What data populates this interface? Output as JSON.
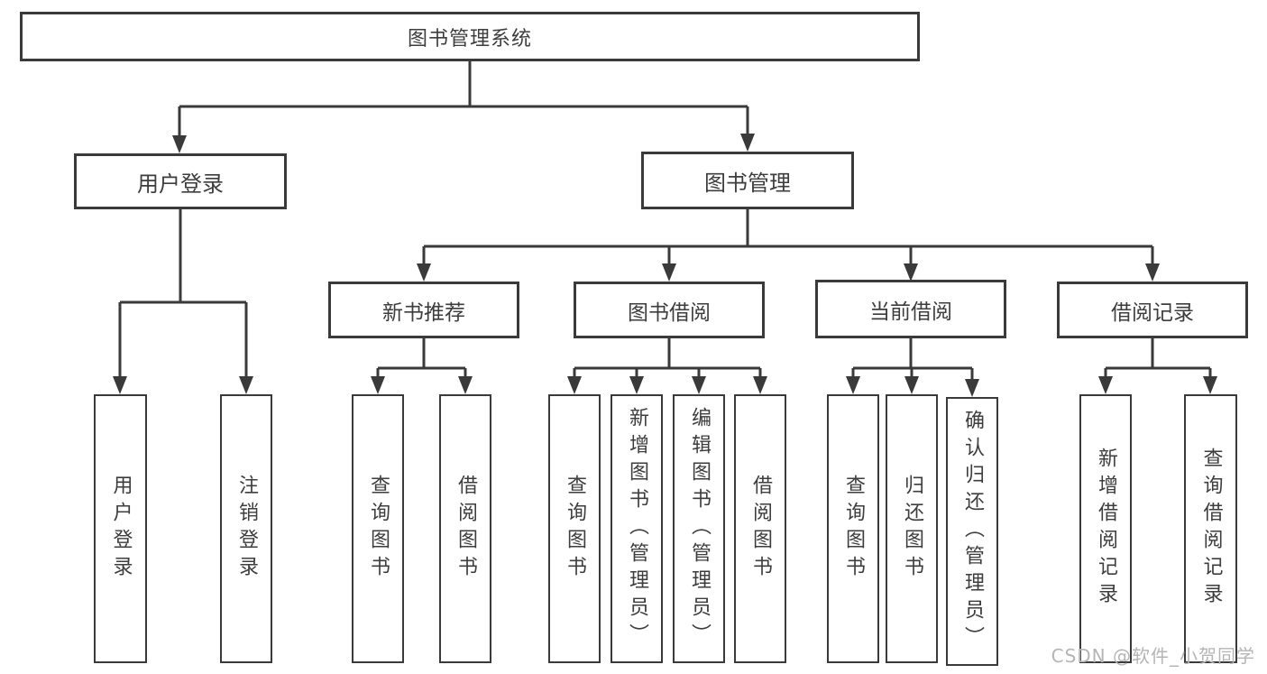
{
  "colors": {
    "line": "#3a3a3a",
    "text": "#3d3d3d",
    "watermark": "#b5b5b5",
    "background": "#ffffff"
  },
  "watermark": "CSDN @软件_小贺同学",
  "diagram": {
    "root": "图书管理系统",
    "level2": {
      "userLogin": "用户登录",
      "bookManagement": "图书管理"
    },
    "level3": {
      "newBooks": "新书推荐",
      "bookBorrowing": "图书借阅",
      "currentBorrowing": "当前借阅",
      "borrowingRecords": "借阅记录"
    },
    "leaves": {
      "userLogin": [
        "用户登录",
        "注销登录"
      ],
      "newBooks": [
        "查询图书",
        "借阅图书"
      ],
      "bookBorrowing": [
        "查询图书",
        "新增图书（管理员）",
        "编辑图书（管理员）",
        "借阅图书"
      ],
      "currentBorrowing": [
        "查询图书",
        "归还图书",
        "确认归还（管理员）"
      ],
      "borrowingRecords": [
        "新增借阅记录",
        "查询借阅记录"
      ]
    }
  }
}
